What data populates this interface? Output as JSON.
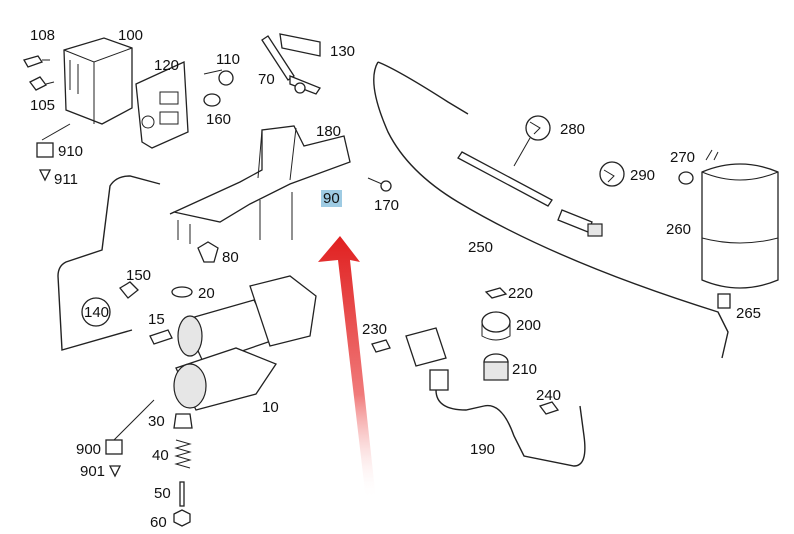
{
  "labels": {
    "p108": "108",
    "p100": "100",
    "p105": "105",
    "p910": "910",
    "p911": "911",
    "p120": "120",
    "p110": "110",
    "p160": "160",
    "p70": "70",
    "p130": "130",
    "p180": "180",
    "p90": "90",
    "p170": "170",
    "p280": "280",
    "p290": "290",
    "p270": "270",
    "p260": "260",
    "p250": "250",
    "p80": "80",
    "p150": "150",
    "p20": "20",
    "p140": "140",
    "p15": "15",
    "p230": "230",
    "p220": "220",
    "p200": "200",
    "p210": "210",
    "p240": "240",
    "p190": "190",
    "p10": "10",
    "p30": "30",
    "p40": "40",
    "p50": "50",
    "p60": "60",
    "p900": "900",
    "p901": "901",
    "p265": "265"
  },
  "highlight": {
    "part": "90",
    "color": "#9ecbe3"
  },
  "arrow": {
    "color": "#e02020"
  }
}
